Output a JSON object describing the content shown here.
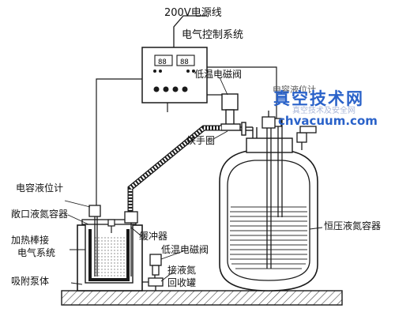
{
  "labels": {
    "power_line": "200V电源线",
    "control_system": "电气控制系统",
    "low_temp_valve_top": "低温电磁阀",
    "handrail_ring": "扶手圈",
    "level_gauge_left": "电容液位计",
    "open_ln2_container": "敞口液氮容器",
    "heater_rod": "加热棒接",
    "heater_rod_line2": "电气系统",
    "adsorption_pump": "吸附泵体",
    "buffer": "缓冲器",
    "low_temp_valve_bottom": "低温电磁阀",
    "ln2_recovery": "接液氮",
    "ln2_recovery_line2": "回收罐",
    "constant_pressure_container": "恒压液氮容器",
    "level_gauge_right_partial": "电容液位计"
  },
  "watermark": {
    "title": "真空技术网",
    "url": "chvacuum.com",
    "subtitle": "真空技术及安全网"
  },
  "colors": {
    "line": "#1a1a1a",
    "watermark": "#2a62c9",
    "hatch": "#333333"
  },
  "icons": {
    "control_box": "control-panel",
    "valve": "solenoid-valve",
    "gauge": "level-gauge"
  }
}
